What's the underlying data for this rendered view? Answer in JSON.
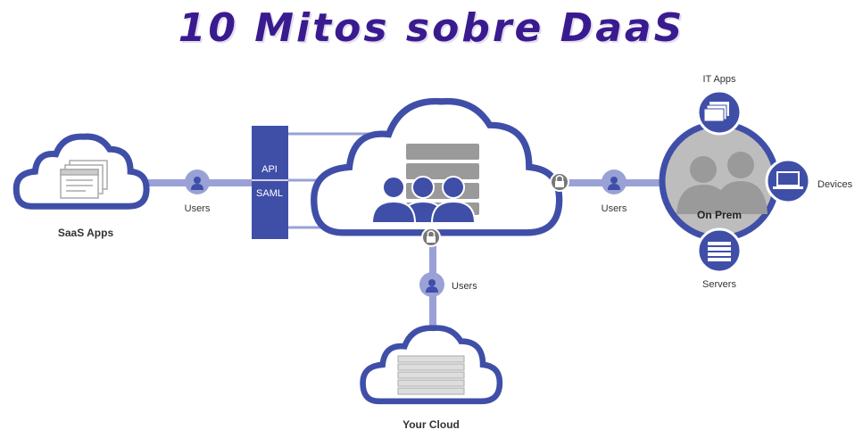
{
  "title": "10 Mitos sobre DaaS",
  "nodes": {
    "saas_apps": "SaaS Apps",
    "your_cloud": "Your Cloud",
    "on_prem": "On Prem",
    "it_apps": "IT Apps",
    "devices": "Devices",
    "servers": "Servers"
  },
  "connector": {
    "api": "API",
    "saml": "SAML"
  },
  "users_labels": {
    "left": "Users",
    "right": "Users",
    "bottom": "Users"
  },
  "colors": {
    "primary": "#3f4fa8",
    "connector_line": "#9aa1d6",
    "title": "#3a1b8f",
    "grey": "#9a9a9a"
  }
}
